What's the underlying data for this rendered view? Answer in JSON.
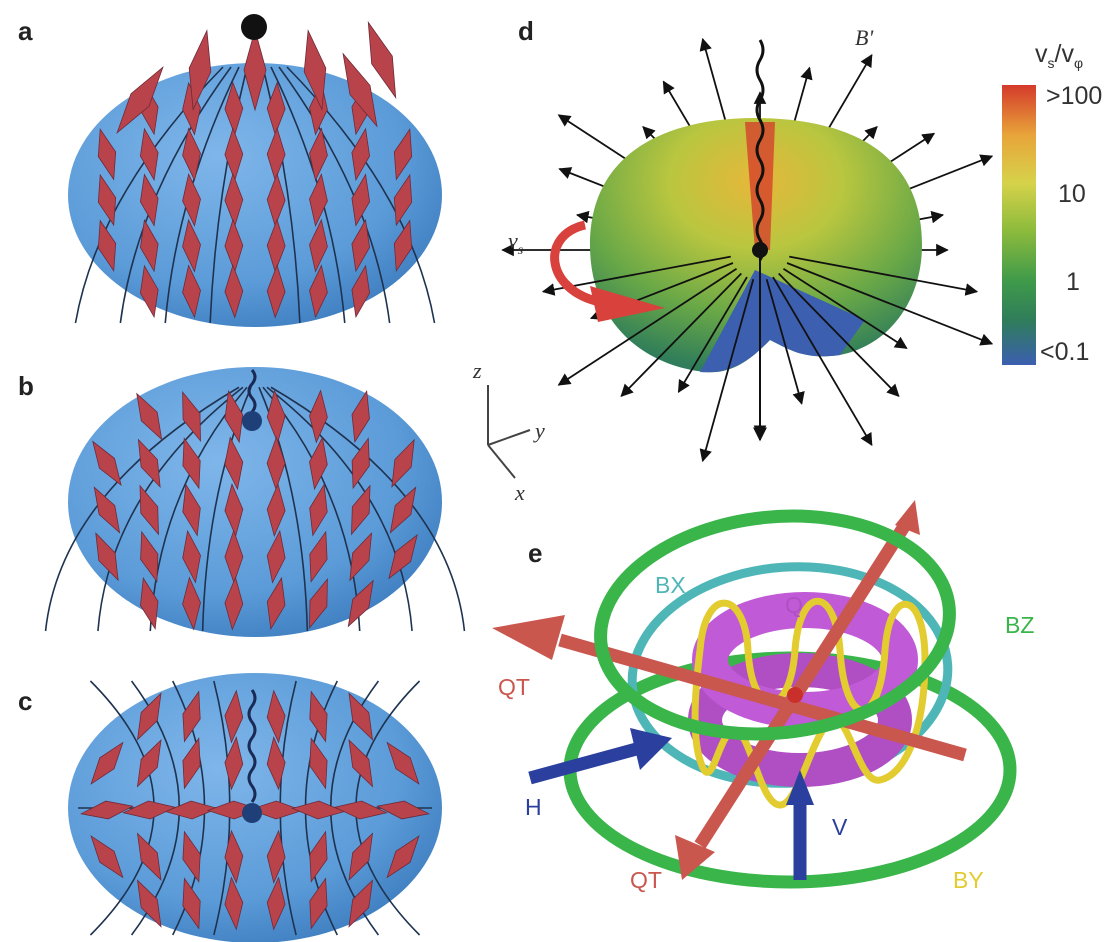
{
  "panels": {
    "a": "a",
    "b": "b",
    "c": "c",
    "d": "d",
    "e": "e"
  },
  "panel_d": {
    "field_label": "B'",
    "vortex_label": "v",
    "vortex_subscript": "s",
    "colorbar": {
      "title_num": "v",
      "title_num_sub": "s",
      "title_den": "v",
      "title_den_sub": "φ",
      "ticks": [
        ">100",
        "10",
        "1",
        "<0.1"
      ],
      "colors": [
        "#d43a2b",
        "#e8a53a",
        "#d6d24a",
        "#8dbb3c",
        "#3f9a4a",
        "#2f7d5a",
        "#3c5fb0"
      ]
    },
    "axes": {
      "z": "z",
      "y": "y",
      "x": "x"
    }
  },
  "panel_e": {
    "labels": {
      "bx": "BX",
      "q": "Q",
      "bz": "BZ",
      "qt_left": "QT",
      "h": "H",
      "v": "V",
      "qt_bottom": "QT",
      "by": "BY"
    },
    "colors": {
      "bz": "#39b54a",
      "bx": "#4fb6b8",
      "by": "#e3cc2f",
      "q": "#b04fc4",
      "qt": "#c9574e",
      "h": "#2b3f9e",
      "v": "#2b3f9e"
    }
  },
  "colors": {
    "sphere": "#5b9bd8",
    "arrow": "#b8434a",
    "background": "#ffffff"
  }
}
